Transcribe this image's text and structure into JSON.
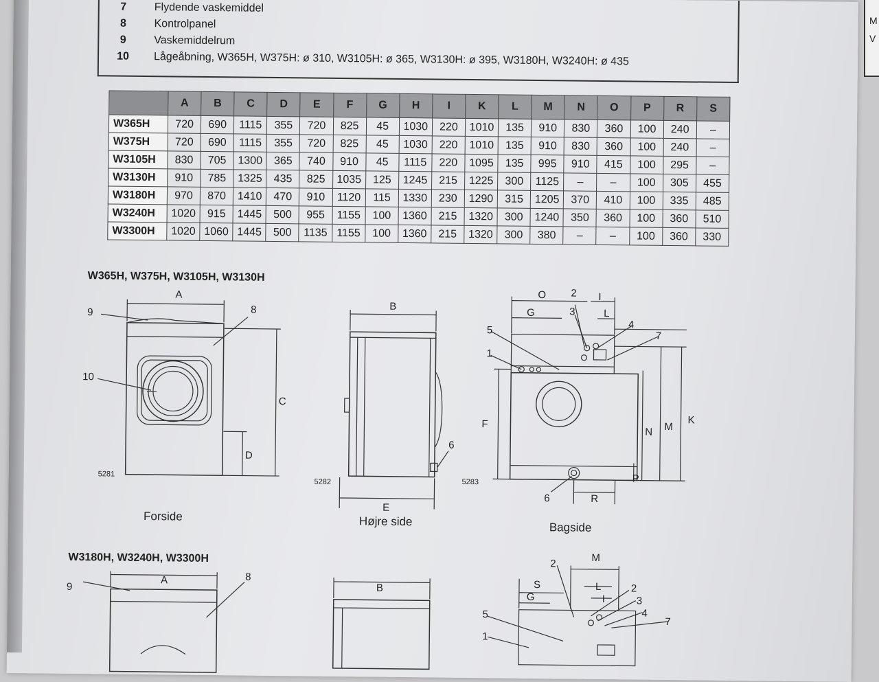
{
  "legend": [
    {
      "num": "7",
      "text": "Flydende vaskemiddel"
    },
    {
      "num": "8",
      "text": "Kontrolpanel"
    },
    {
      "num": "9",
      "text": "Vaskemiddelrum"
    },
    {
      "num": "10",
      "text": "Lågeåbning, W365H, W375H: ø 310, W3105H: ø 365, W3130H: ø 395, W3180H, W3240H: ø 435"
    }
  ],
  "side_sheet": [
    "M",
    "V"
  ],
  "table": {
    "columns": [
      "A",
      "B",
      "C",
      "D",
      "E",
      "F",
      "G",
      "H",
      "I",
      "K",
      "L",
      "M",
      "N",
      "O",
      "P",
      "R",
      "S"
    ],
    "rows": [
      {
        "model": "W365H",
        "values": [
          "720",
          "690",
          "1115",
          "355",
          "720",
          "825",
          "45",
          "1030",
          "220",
          "1010",
          "135",
          "910",
          "830",
          "360",
          "100",
          "240",
          "–"
        ]
      },
      {
        "model": "W375H",
        "values": [
          "720",
          "690",
          "1115",
          "355",
          "720",
          "825",
          "45",
          "1030",
          "220",
          "1010",
          "135",
          "910",
          "830",
          "360",
          "100",
          "240",
          "–"
        ]
      },
      {
        "model": "W3105H",
        "values": [
          "830",
          "705",
          "1300",
          "365",
          "740",
          "910",
          "45",
          "1115",
          "220",
          "1095",
          "135",
          "995",
          "910",
          "415",
          "100",
          "295",
          "–"
        ]
      },
      {
        "model": "W3130H",
        "values": [
          "910",
          "785",
          "1325",
          "435",
          "825",
          "1035",
          "125",
          "1245",
          "215",
          "1225",
          "300",
          "1125",
          "–",
          "–",
          "100",
          "305",
          "455"
        ]
      },
      {
        "model": "W3180H",
        "values": [
          "970",
          "870",
          "1410",
          "470",
          "910",
          "1120",
          "115",
          "1330",
          "230",
          "1290",
          "315",
          "1205",
          "370",
          "410",
          "100",
          "335",
          "485"
        ]
      },
      {
        "model": "W3240H",
        "values": [
          "1020",
          "915",
          "1445",
          "500",
          "955",
          "1155",
          "100",
          "1360",
          "215",
          "1320",
          "300",
          "1240",
          "350",
          "360",
          "100",
          "360",
          "510"
        ]
      },
      {
        "model": "W3300H",
        "values": [
          "1020",
          "1060",
          "1445",
          "500",
          "1135",
          "1155",
          "100",
          "1360",
          "215",
          "1320",
          "300",
          "380",
          "–",
          "–",
          "100",
          "360",
          "330"
        ]
      }
    ]
  },
  "section1": {
    "heading": "W365H, W375H, W3105H, W3130H",
    "captions": {
      "front": "Forside",
      "right": "Højre side",
      "back": "Bagside"
    },
    "fig_ids": {
      "front": "5281",
      "right": "5282",
      "back": "5283"
    },
    "front_labels": {
      "a": "A",
      "c": "C",
      "d": "D",
      "n9": "9",
      "n8": "8",
      "n10": "10"
    },
    "right_labels": {
      "b": "B",
      "e": "E",
      "n6": "6"
    },
    "back_labels": {
      "o": "O",
      "g": "G",
      "i": "I",
      "l": "L",
      "f": "F",
      "n": "N",
      "m": "M",
      "k": "K",
      "p": "P",
      "r": "R",
      "n1": "1",
      "n2": "2",
      "n3": "3",
      "n4": "4",
      "n5": "5",
      "n6": "6",
      "n7": "7"
    }
  },
  "section2": {
    "heading": "W3180H, W3240H, W3300H",
    "front_labels": {
      "a": "A",
      "n9": "9",
      "n8": "8"
    },
    "right_labels": {
      "b": "B"
    },
    "back_labels": {
      "m": "M",
      "s": "S",
      "l": "L",
      "g": "G",
      "i": "I",
      "n1": "1",
      "n2a": "2",
      "n2b": "2",
      "n3": "3",
      "n4": "4",
      "n5": "5",
      "n7": "7"
    }
  }
}
